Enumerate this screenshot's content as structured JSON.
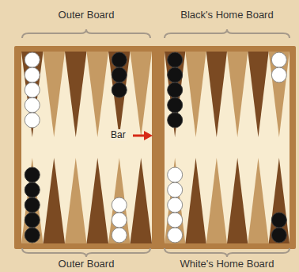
{
  "diagram": {
    "labels": [
      "Outer Board",
      "Black's Home Board",
      "Bar",
      "Outer Board",
      "White's Home Board"
    ]
  }
}
